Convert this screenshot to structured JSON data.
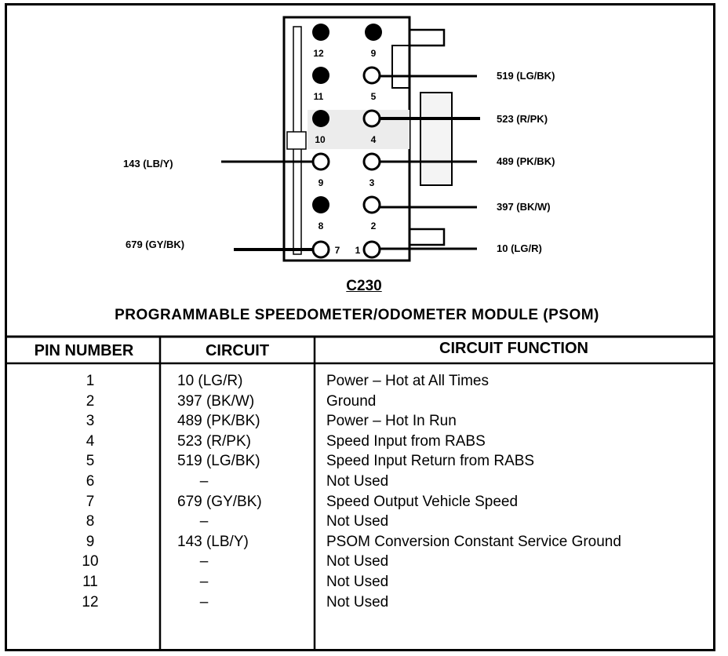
{
  "connector_id": "C230",
  "module_title": "PROGRAMMABLE SPEEDOMETER/ODOMETER MODULE (PSOM)",
  "diagram": {
    "pins": [
      {
        "pin": "12",
        "state": "filled"
      },
      {
        "pin": "9",
        "state": "filled"
      },
      {
        "pin": "11",
        "state": "filled"
      },
      {
        "pin": "5",
        "state": "open"
      },
      {
        "pin": "10",
        "state": "filled"
      },
      {
        "pin": "4",
        "state": "open"
      },
      {
        "pin": "9",
        "state": "open"
      },
      {
        "pin": "3",
        "state": "open"
      },
      {
        "pin": "8",
        "state": "filled"
      },
      {
        "pin": "2",
        "state": "open"
      },
      {
        "pin": "7",
        "state": "open"
      },
      {
        "pin": "1",
        "state": "open"
      }
    ],
    "wire_labels": {
      "w519": "519 (LG/BK)",
      "w523": "523 (R/PK)",
      "w489": "489 (PK/BK)",
      "w397": "397 (BK/W)",
      "w10": "10 (LG/R)",
      "w143": "143 (LB/Y)",
      "w679": "679 (GY/BK)"
    }
  },
  "table": {
    "headers": {
      "pin": "PIN NUMBER",
      "circuit": "CIRCUIT",
      "function": "CIRCUIT FUNCTION"
    },
    "rows": [
      {
        "pin": "1",
        "circuit": "10 (LG/R)",
        "function": "Power – Hot at All Times"
      },
      {
        "pin": "2",
        "circuit": "397 (BK/W)",
        "function": "Ground"
      },
      {
        "pin": "3",
        "circuit": "489 (PK/BK)",
        "function": "Power – Hot In Run"
      },
      {
        "pin": "4",
        "circuit": "523 (R/PK)",
        "function": "Speed Input from RABS"
      },
      {
        "pin": "5",
        "circuit": "519 (LG/BK)",
        "function": "Speed Input Return from RABS"
      },
      {
        "pin": "6",
        "circuit": "–",
        "function": "Not Used"
      },
      {
        "pin": "7",
        "circuit": "679 (GY/BK)",
        "function": "Speed Output Vehicle Speed"
      },
      {
        "pin": "8",
        "circuit": "–",
        "function": "Not Used"
      },
      {
        "pin": "9",
        "circuit": "143 (LB/Y)",
        "function": "PSOM Conversion Constant Service Ground"
      },
      {
        "pin": "10",
        "circuit": "–",
        "function": "Not Used"
      },
      {
        "pin": "11",
        "circuit": "–",
        "function": "Not Used"
      },
      {
        "pin": "12",
        "circuit": "–",
        "function": "Not Used"
      }
    ]
  }
}
